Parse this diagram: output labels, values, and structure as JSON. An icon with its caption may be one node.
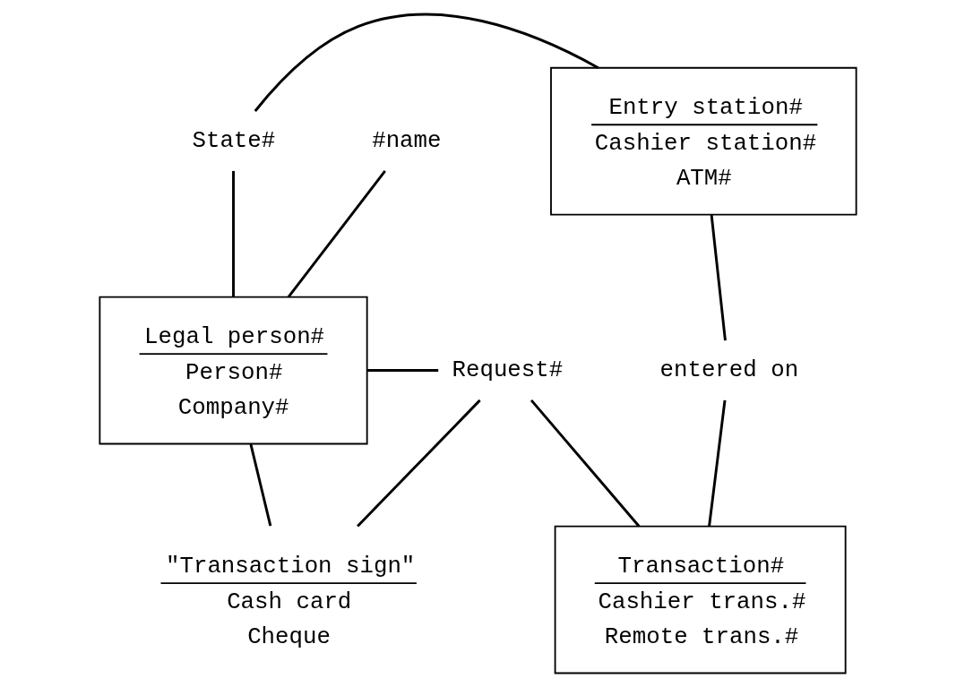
{
  "diagram": {
    "nodes": [
      {
        "text": [
          "Entry station#",
          "Cashier station#",
          "ATM#"
        ]
      },
      {
        "text": [
          "State#"
        ]
      },
      {
        "text": [
          "#name"
        ]
      },
      {
        "text": [
          "entered on"
        ]
      },
      {
        "text": [
          "Legal person#",
          "Person#",
          "Company#"
        ]
      },
      {
        "text": [
          "Request#"
        ]
      },
      {
        "text": [
          "\"Transaction sign\"",
          "Cash card",
          "Cheque"
        ]
      },
      {
        "text": [
          "Transaction#",
          "Cashier trans.#",
          "Remote trans.#"
        ]
      }
    ],
    "edges": [
      {
        "from": 1,
        "to": 0,
        "arrow": "none"
      },
      {
        "from": 1,
        "to": 4,
        "arrow": "none"
      },
      {
        "from": 2,
        "to": 4,
        "arrow": "none"
      },
      {
        "from": 0,
        "to": 3,
        "arrow": "none"
      },
      {
        "from": 4,
        "to": 5,
        "arrow": "none"
      },
      {
        "from": 4,
        "to": 6,
        "arrow": "none"
      },
      {
        "from": 6,
        "to": 5,
        "arrow": "none"
      },
      {
        "from": 5,
        "to": 7,
        "arrow": "none"
      },
      {
        "from": 3,
        "to": 7,
        "arrow": "none"
      }
    ]
  }
}
